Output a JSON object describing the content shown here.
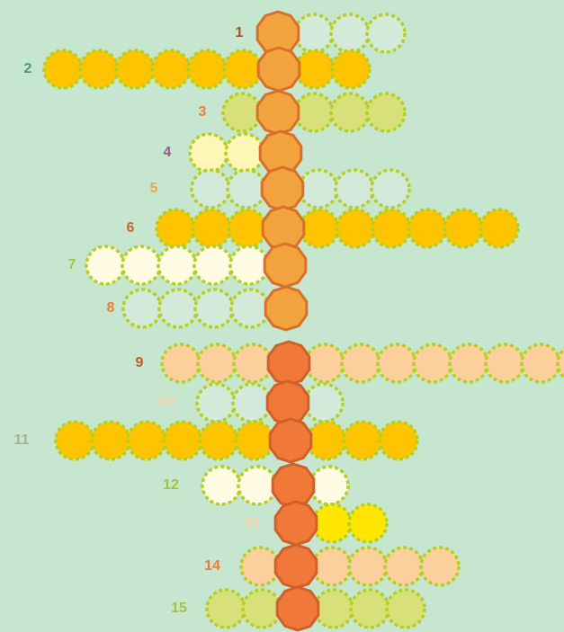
{
  "puzzle": {
    "rows": [
      {
        "number": "1",
        "number_color": "#a0522d",
        "cells": [
          {
            "color": "light_mint"
          },
          {
            "color": "light_mint"
          },
          {
            "color": "light_mint"
          }
        ]
      },
      {
        "number": "2",
        "number_color": "#4f9a6a",
        "cells": [
          {
            "color": "amber"
          },
          {
            "color": "amber"
          },
          {
            "color": "amber"
          },
          {
            "color": "amber"
          },
          {
            "color": "amber"
          },
          {
            "color": "amber"
          },
          {
            "color": "amber"
          },
          {
            "color": "amber"
          }
        ]
      },
      {
        "number": "3",
        "number_color": "#f07a3a",
        "cells": [
          {
            "color": "olive_green"
          },
          {
            "color": "olive_green"
          },
          {
            "color": "olive_green"
          },
          {
            "color": "olive_green"
          }
        ]
      },
      {
        "number": "4",
        "number_color": "#9a5a8a",
        "cells": [
          {
            "color": "cream_yellow"
          },
          {
            "color": "cream_yellow"
          }
        ]
      },
      {
        "number": "5",
        "number_color": "#f4a446",
        "cells": [
          {
            "color": "light_mint"
          },
          {
            "color": "light_mint"
          },
          {
            "color": "light_mint"
          },
          {
            "color": "light_mint"
          },
          {
            "color": "light_mint"
          }
        ]
      },
      {
        "number": "6",
        "number_color": "#d2612a",
        "cells": [
          {
            "color": "amber"
          },
          {
            "color": "amber"
          },
          {
            "color": "amber"
          },
          {
            "color": "amber"
          },
          {
            "color": "amber"
          },
          {
            "color": "amber"
          },
          {
            "color": "amber"
          },
          {
            "color": "amber"
          },
          {
            "color": "amber"
          }
        ]
      },
      {
        "number": "7",
        "number_color": "#a9c23b",
        "cells": [
          {
            "color": "ivory"
          },
          {
            "color": "ivory"
          },
          {
            "color": "ivory"
          },
          {
            "color": "ivory"
          },
          {
            "color": "ivory"
          }
        ]
      },
      {
        "number": "8",
        "number_color": "#f07a3a",
        "cells": [
          {
            "color": "light_mint"
          },
          {
            "color": "light_mint"
          },
          {
            "color": "light_mint"
          },
          {
            "color": "light_mint"
          }
        ]
      },
      {
        "number": "9",
        "number_color": "#c05a28",
        "cells": [
          {
            "color": "peach"
          },
          {
            "color": "peach"
          },
          {
            "color": "peach"
          },
          {
            "color": "peach"
          },
          {
            "color": "peach"
          },
          {
            "color": "peach"
          },
          {
            "color": "peach"
          },
          {
            "color": "peach"
          },
          {
            "color": "peach"
          },
          {
            "color": "peach"
          },
          {
            "color": "peach"
          }
        ]
      },
      {
        "number": "10",
        "number_color": "#f6d3a0",
        "cells": [
          {
            "color": "light_mint"
          },
          {
            "color": "light_mint"
          },
          {
            "color": "light_mint"
          }
        ]
      },
      {
        "number": "11",
        "number_color": "#a7ad93",
        "cells": [
          {
            "color": "amber"
          },
          {
            "color": "amber"
          },
          {
            "color": "amber"
          },
          {
            "color": "amber"
          },
          {
            "color": "amber"
          },
          {
            "color": "amber"
          },
          {
            "color": "amber"
          },
          {
            "color": "amber"
          },
          {
            "color": "amber"
          }
        ]
      },
      {
        "number": "12",
        "number_color": "#a9c23b",
        "cells": [
          {
            "color": "ivory"
          },
          {
            "color": "ivory"
          },
          {
            "color": "ivory"
          }
        ]
      },
      {
        "number": "13",
        "number_color": "#f6d3a0",
        "cells": [
          {
            "color": "yellow"
          },
          {
            "color": "yellow"
          }
        ]
      },
      {
        "number": "14",
        "number_color": "#f07a3a",
        "cells": [
          {
            "color": "peach"
          },
          {
            "color": "peach"
          },
          {
            "color": "peach"
          },
          {
            "color": "peach"
          },
          {
            "color": "peach"
          }
        ]
      },
      {
        "number": "15",
        "number_color": "#a9c23b",
        "cells": [
          {
            "color": "olive_green"
          },
          {
            "color": "olive_green"
          },
          {
            "color": "olive_green"
          },
          {
            "color": "olive_green"
          },
          {
            "color": "olive_green"
          }
        ]
      }
    ],
    "column_cells": [
      {
        "color": "orange_light"
      },
      {
        "color": "orange_light"
      },
      {
        "color": "orange_light"
      },
      {
        "color": "orange_light"
      },
      {
        "color": "orange_light"
      },
      {
        "color": "orange_light"
      },
      {
        "color": "orange_light"
      },
      {
        "color": "orange_light"
      },
      {
        "color": "orange_dark"
      },
      {
        "color": "orange_dark"
      },
      {
        "color": "orange_dark"
      },
      {
        "color": "orange_dark"
      },
      {
        "color": "orange_dark"
      },
      {
        "color": "orange_dark"
      },
      {
        "color": "orange_dark"
      }
    ],
    "palette": {
      "background": "#c6e6cf",
      "dash_border": "#b5cf1f",
      "light_mint": "#d3eadb",
      "amber": "#ffc400",
      "olive_green": "#d8e07a",
      "cream_yellow": "#fdf6b4",
      "ivory": "#fffbe2",
      "peach": "#fbd09d",
      "yellow": "#ffe600",
      "orange_light": "#f3a33e",
      "orange_light_border": "#d7712a",
      "orange_dark": "#f07838",
      "orange_dark_border": "#d0602a"
    }
  }
}
